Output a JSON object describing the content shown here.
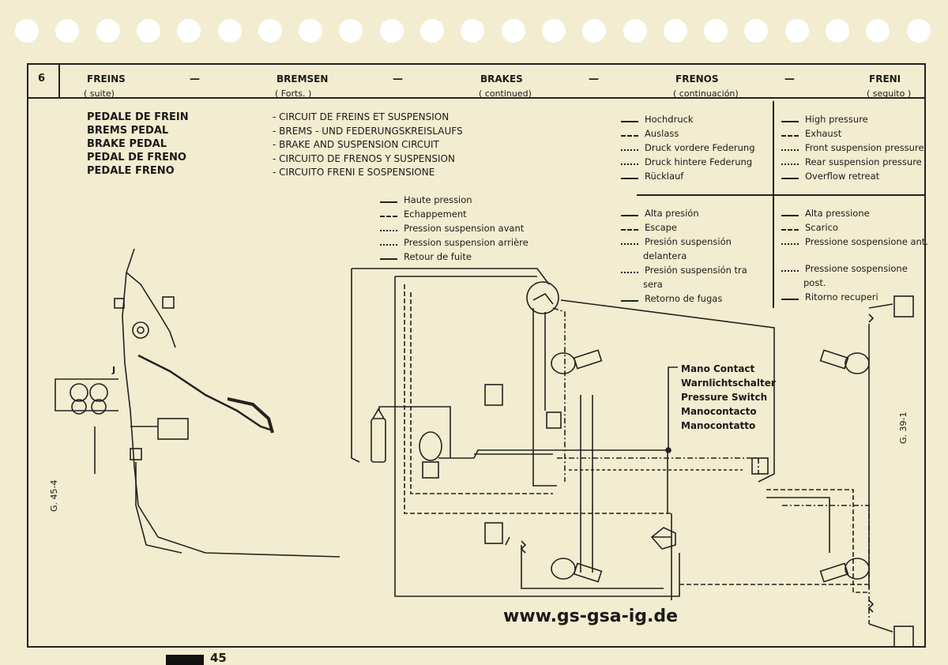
{
  "page_number_box": "6",
  "headers": [
    {
      "title": "FREINS",
      "sub": "( suite)"
    },
    {
      "title": "BREMSEN",
      "sub": "( Forts. )"
    },
    {
      "title": "BRAKES",
      "sub": "( continued)"
    },
    {
      "title": "FRENOS",
      "sub": "( continuación)"
    },
    {
      "title": "FRENI",
      "sub": "( seguito )"
    }
  ],
  "header_separator": "—",
  "pedal_titles": [
    "PEDALE DE FREIN",
    "BREMS PEDAL",
    "BRAKE PEDAL",
    "PEDAL DE FRENO",
    "PEDALE FRENO"
  ],
  "circuit_titles": [
    "- CIRCUIT DE FREINS ET SUSPENSION",
    "- BREMS - UND FEDERUNGSKREISLAUFS",
    "- BRAKE AND SUSPENSION CIRCUIT",
    "- CIRCUITO DE FRENOS Y SUSPENSION",
    "- CIRCUITO FRENI E SOSPENSIONE"
  ],
  "legend_fr": [
    "Haute pression",
    "Echappement",
    "Pression suspension avant",
    "Pression suspension arrière",
    "Retour de fuite"
  ],
  "legend_de": [
    "Hochdruck",
    "Auslass",
    "Druck vordere Federung",
    "Druck hintere Federung",
    "Rücklauf"
  ],
  "legend_en": [
    "High pressure",
    "Exhaust",
    "Front suspension pressure",
    "Rear suspension pressure",
    "Overflow retreat"
  ],
  "legend_es": [
    "Alta presión",
    "Escape",
    "Presión suspensión",
    "delantera",
    "Presión suspensión tra",
    "sera",
    "Retorno de fugas"
  ],
  "legend_it": [
    "Alta pressione",
    "Scarico",
    "Pressione sospensione ant.",
    "Pressione sospensione",
    "post.",
    "Ritorno recuperi"
  ],
  "mano_contact_labels": [
    "Mano Contact",
    "Warnlichtschalter",
    "Pressure Switch",
    "Manocontacto",
    "Manocontatto"
  ],
  "ref_left": "G. 45-4",
  "ref_right": "G. 39-1",
  "label_j": "J",
  "website": "www.gs-gsa-ig.de",
  "page_number": "45"
}
